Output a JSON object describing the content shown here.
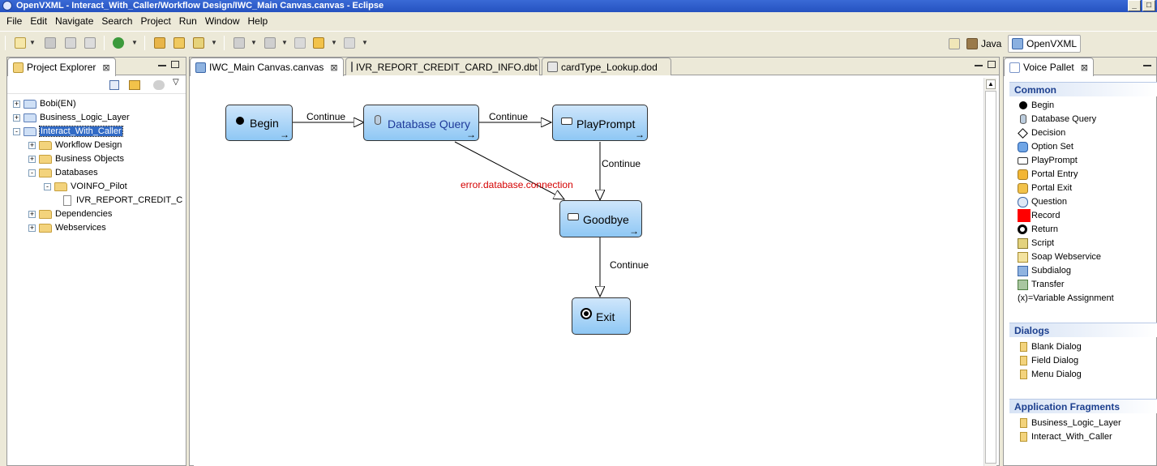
{
  "window": {
    "title": "OpenVXML - Interact_With_Caller/Workflow Design/IWC_Main Canvas.canvas - Eclipse",
    "buttons": [
      "_",
      "□"
    ]
  },
  "menu": [
    "File",
    "Edit",
    "Navigate",
    "Search",
    "Project",
    "Run",
    "Window",
    "Help"
  ],
  "perspectives": [
    {
      "label": "Java",
      "icon": "java-perspective-icon"
    },
    {
      "label": "OpenVXML",
      "icon": "openvxml-perspective-icon",
      "active": true
    }
  ],
  "project_explorer": {
    "tab_label": "Project Explorer",
    "tree": [
      {
        "label": "Bobi(EN)",
        "depth": 0,
        "expander": "+",
        "type": "project"
      },
      {
        "label": "Business_Logic_Layer",
        "depth": 0,
        "expander": "+",
        "type": "project"
      },
      {
        "label": "Interact_With_Caller",
        "depth": 0,
        "expander": "−",
        "type": "project",
        "selected": true
      },
      {
        "label": "Workflow Design",
        "depth": 1,
        "expander": "+",
        "type": "folder"
      },
      {
        "label": "Business Objects",
        "depth": 1,
        "expander": "+",
        "type": "folder"
      },
      {
        "label": "Databases",
        "depth": 1,
        "expander": "−",
        "type": "folder"
      },
      {
        "label": "VOINFO_Pilot",
        "depth": 2,
        "expander": "−",
        "type": "folder"
      },
      {
        "label": "IVR_REPORT_CREDIT_C",
        "depth": 3,
        "expander": "",
        "type": "file"
      },
      {
        "label": "Dependencies",
        "depth": 1,
        "expander": "+",
        "type": "folder"
      },
      {
        "label": "Webservices",
        "depth": 1,
        "expander": "+",
        "type": "folder"
      }
    ]
  },
  "editor": {
    "tabs": [
      {
        "label": "IWC_Main Canvas.canvas",
        "active": true,
        "close": "⊠"
      },
      {
        "label": "IVR_REPORT_CREDIT_CARD_INFO.dbt",
        "active": false
      },
      {
        "label": "cardType_Lookup.dod",
        "active": false
      }
    ],
    "nodes": {
      "begin": "Begin",
      "dbquery": "Database Query",
      "playprompt": "PlayPrompt",
      "goodbye": "Goodbye",
      "exit": "Exit"
    },
    "edges": {
      "begin_db": "Continue",
      "db_play": "Continue",
      "play_goodbye": "Continue",
      "db_goodbye": "error.database.connection",
      "goodbye_exit": "Continue"
    },
    "corner_arrow": "→"
  },
  "palette": {
    "tab_label": "Voice Pallet",
    "sections": [
      {
        "title": "Common",
        "items": [
          {
            "label": "Begin",
            "icon": "begin-icon"
          },
          {
            "label": "Database Query",
            "icon": "database-icon"
          },
          {
            "label": "Decision",
            "icon": "decision-icon"
          },
          {
            "label": "Option Set",
            "icon": "option-set-icon"
          },
          {
            "label": "PlayPrompt",
            "icon": "play-prompt-icon"
          },
          {
            "label": "Portal Entry",
            "icon": "portal-entry-icon"
          },
          {
            "label": "Portal Exit",
            "icon": "portal-exit-icon"
          },
          {
            "label": "Question",
            "icon": "question-icon"
          },
          {
            "label": "Record",
            "icon": "record-icon"
          },
          {
            "label": "Return",
            "icon": "return-icon"
          },
          {
            "label": "Script",
            "icon": "script-icon"
          },
          {
            "label": "Soap Webservice",
            "icon": "soap-webservice-icon"
          },
          {
            "label": "Subdialog",
            "icon": "subdialog-icon"
          },
          {
            "label": "Transfer",
            "icon": "transfer-icon"
          },
          {
            "label": "Variable Assignment",
            "icon": "variable-assignment-icon",
            "prefix": "(x)="
          }
        ]
      },
      {
        "title": "Dialogs",
        "items": [
          {
            "label": "Blank Dialog",
            "icon": "dialog-icon"
          },
          {
            "label": "Field Dialog",
            "icon": "dialog-icon"
          },
          {
            "label": "Menu Dialog",
            "icon": "dialog-icon"
          }
        ]
      },
      {
        "title": "Application Fragments",
        "items": [
          {
            "label": "Business_Logic_Layer",
            "icon": "fragment-icon"
          },
          {
            "label": "Interact_With_Caller",
            "icon": "fragment-icon"
          }
        ]
      }
    ]
  },
  "colors": {
    "titlebar": "#2552c0",
    "node_fill": "#8ec7f4",
    "error_label": "#d40000",
    "selection": "#316ac5",
    "palette_header_text": "#1c3f8e"
  }
}
